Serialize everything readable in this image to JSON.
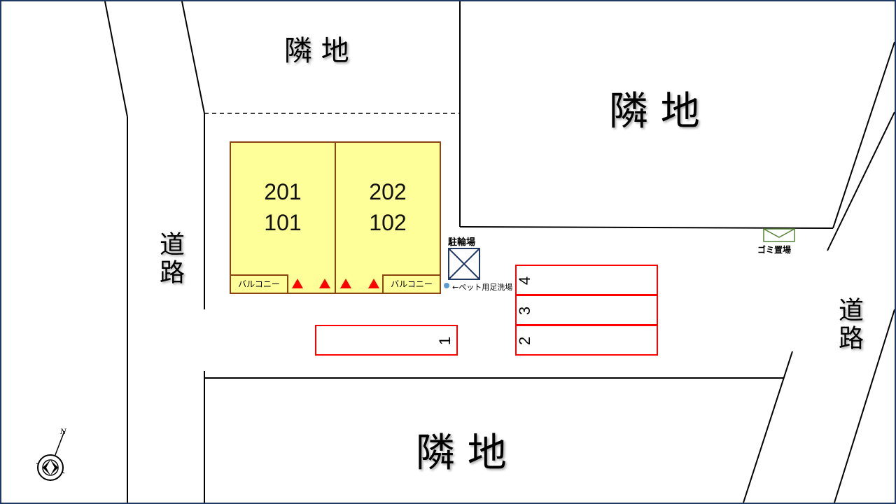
{
  "labels": {
    "neighbor_top": "隣 地",
    "neighbor_top_right": "隣 地",
    "neighbor_bottom": "隣 地",
    "road_left": "道路",
    "road_right": "道路",
    "bike_parking": "駐輪場",
    "garbage": "ゴミ置場",
    "pet_wash": "←ペット用足洗場",
    "balcony_left": "バルコニー",
    "balcony_right": "バルコニー"
  },
  "units": [
    {
      "upper": "201",
      "lower": "101"
    },
    {
      "upper": "202",
      "lower": "102"
    }
  ],
  "parking": [
    "1",
    "2",
    "3",
    "4"
  ],
  "compass": {
    "north": "N"
  },
  "colors": {
    "building_fill": "#ffff99",
    "building_border": "#8b4513",
    "parking_border": "#ff0000",
    "entrance_marker": "#ff0000",
    "frame_border": "#1f3864",
    "pet_wash_dot": "#5b9bd5",
    "bike_parking_stroke": "#1f3864",
    "garbage_stroke": "#548235"
  }
}
